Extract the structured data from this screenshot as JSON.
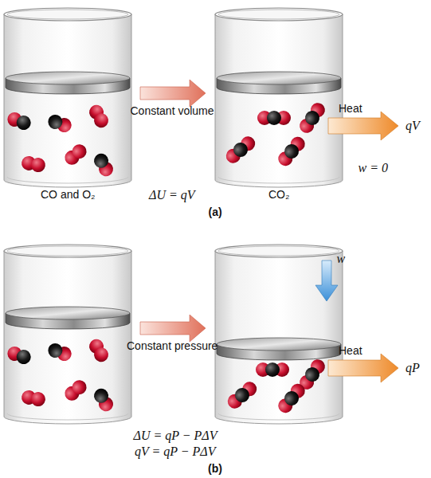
{
  "diagram": {
    "labels": [
      "Constant volume",
      "CO and O₂",
      "ΔU = qV",
      "CO₂",
      "Heat",
      "qV",
      "w = 0",
      "(a)",
      "Constant pressure",
      "w",
      "Heat",
      "qP",
      "ΔU = qP − PΔV",
      "qV = qP − PΔV",
      "(b)"
    ]
  }
}
